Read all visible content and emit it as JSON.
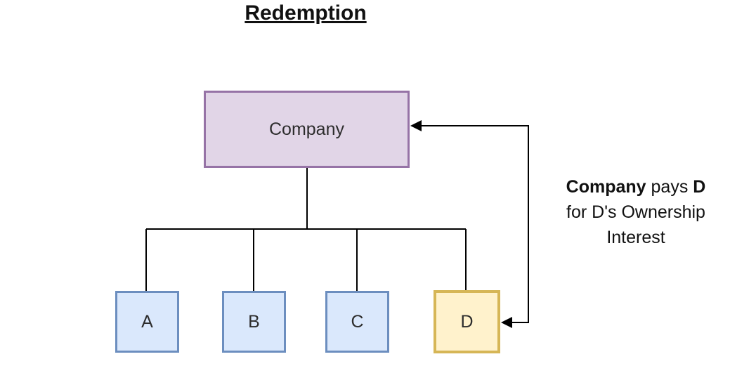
{
  "title": "Redemption",
  "colors": {
    "background": "#ffffff",
    "company_fill": "#e1d5e7",
    "company_border": "#9673a6",
    "owner_fill": "#dae8fc",
    "owner_border": "#6c8ebf",
    "redeemed_fill": "#fff2cc",
    "redeemed_border": "#d6b656",
    "line": "#000000",
    "text": "#111111"
  },
  "nodes": {
    "company": {
      "label": "Company"
    },
    "owners": [
      {
        "label": "A"
      },
      {
        "label": "B"
      },
      {
        "label": "C"
      },
      {
        "label": "D"
      }
    ]
  },
  "annotation": {
    "bold1": "Company",
    "mid": "pays",
    "bold2": "D",
    "line2": "for D's Ownership",
    "line3": "Interest"
  }
}
